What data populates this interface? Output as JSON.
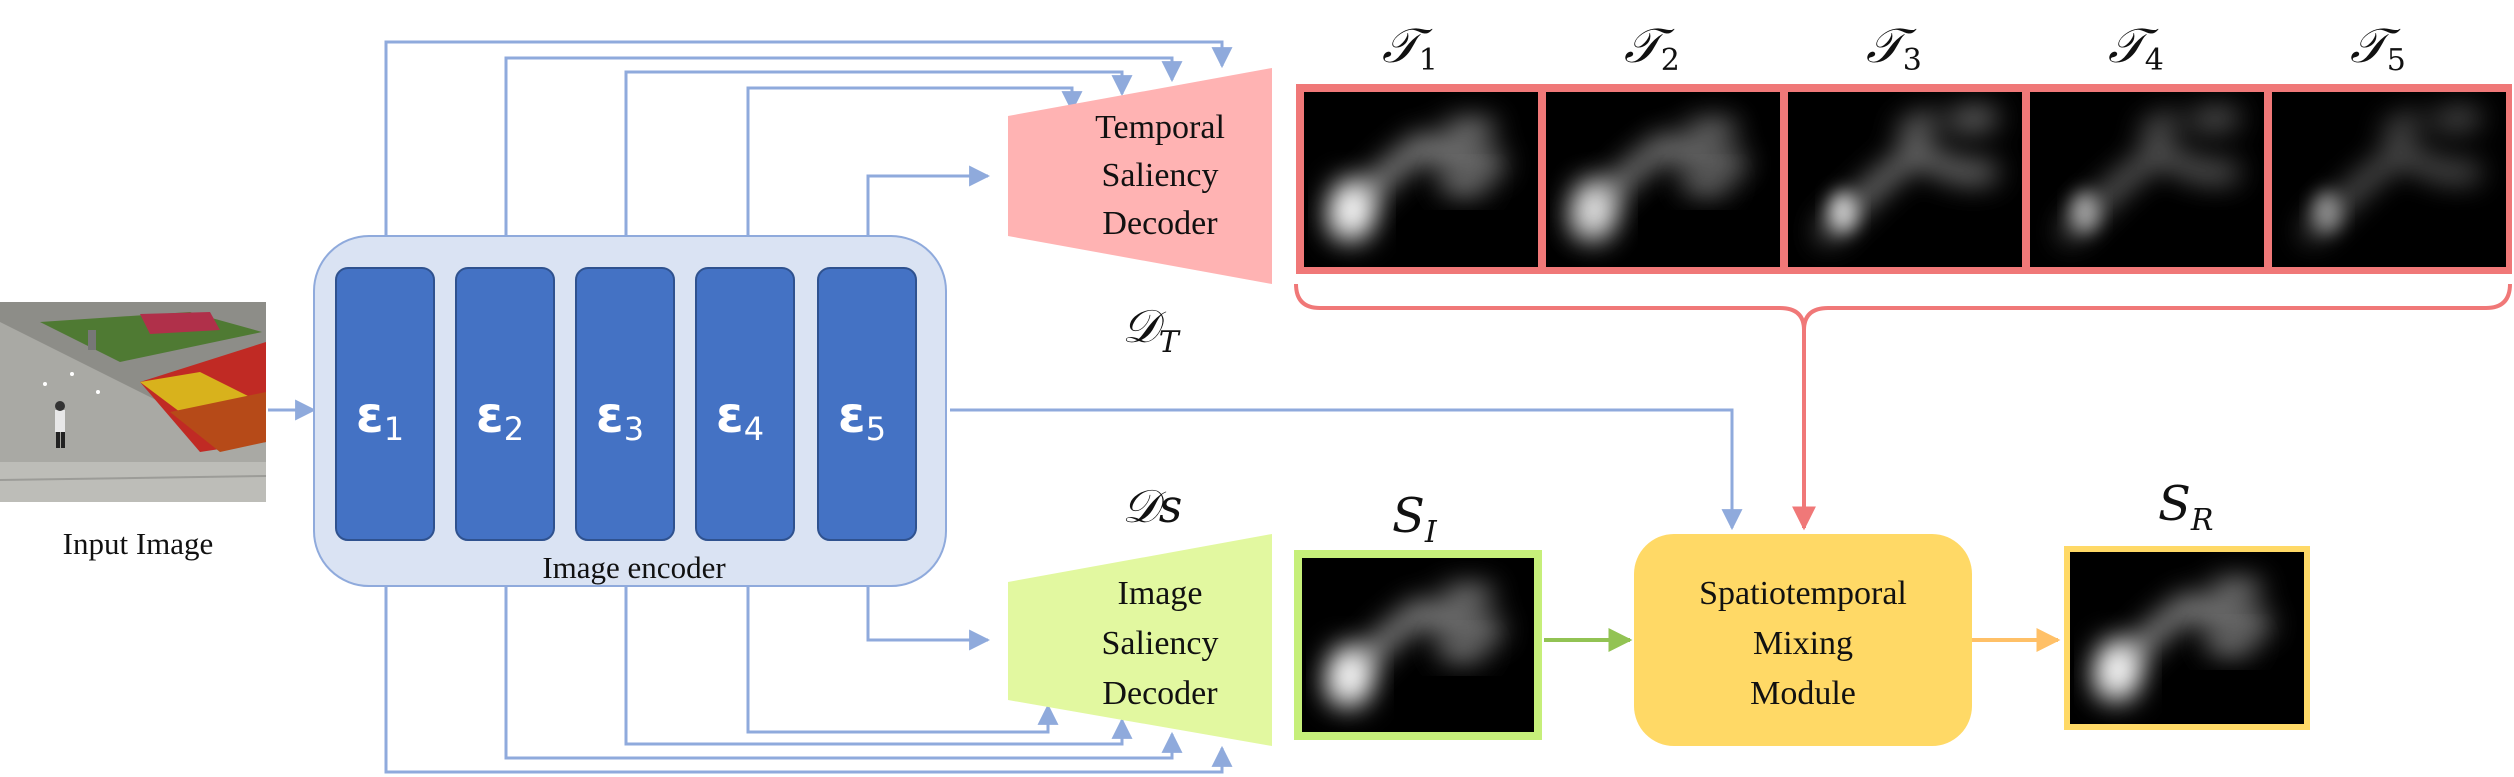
{
  "input": {
    "label": "Input Image"
  },
  "encoder": {
    "label": "Image encoder",
    "blocks": [
      {
        "symbol": "ε",
        "sub": "1"
      },
      {
        "symbol": "ε",
        "sub": "2"
      },
      {
        "symbol": "ε",
        "sub": "3"
      },
      {
        "symbol": "ε",
        "sub": "4"
      },
      {
        "symbol": "ε",
        "sub": "5"
      }
    ]
  },
  "temporal_decoder": {
    "line1": "Temporal",
    "line2": "Saliency",
    "line3": "Decoder",
    "symbol": "𝒟",
    "sub": "T"
  },
  "image_decoder": {
    "line1": "Image",
    "line2": "Saliency",
    "line3": "Decoder",
    "symbol": "𝒟s"
  },
  "temporal_maps": [
    {
      "symbol": "𝒯",
      "sub": "1"
    },
    {
      "symbol": "𝒯",
      "sub": "2"
    },
    {
      "symbol": "𝒯",
      "sub": "3"
    },
    {
      "symbol": "𝒯",
      "sub": "4"
    },
    {
      "symbol": "𝒯",
      "sub": "5"
    }
  ],
  "image_map": {
    "symbol": "S",
    "sub": "I"
  },
  "mixer": {
    "line1": "Spatiotemporal",
    "line2": "Mixing",
    "line3": "Module"
  },
  "result_map": {
    "symbol": "S",
    "sub": "R"
  },
  "colors": {
    "encoder_block": "#4472c4",
    "encoder_bg": "#dae3f3",
    "arrow_blue": "#8faadc",
    "temporal_decoder": "#ffb3b3",
    "temporal_border": "#f07878",
    "image_decoder": "#e2f8a0",
    "image_border": "#c6ef7a",
    "arrow_green": "#92c353",
    "mixer": "#ffd966",
    "arrow_orange": "#ffc067",
    "result_border": "#ffd966"
  }
}
